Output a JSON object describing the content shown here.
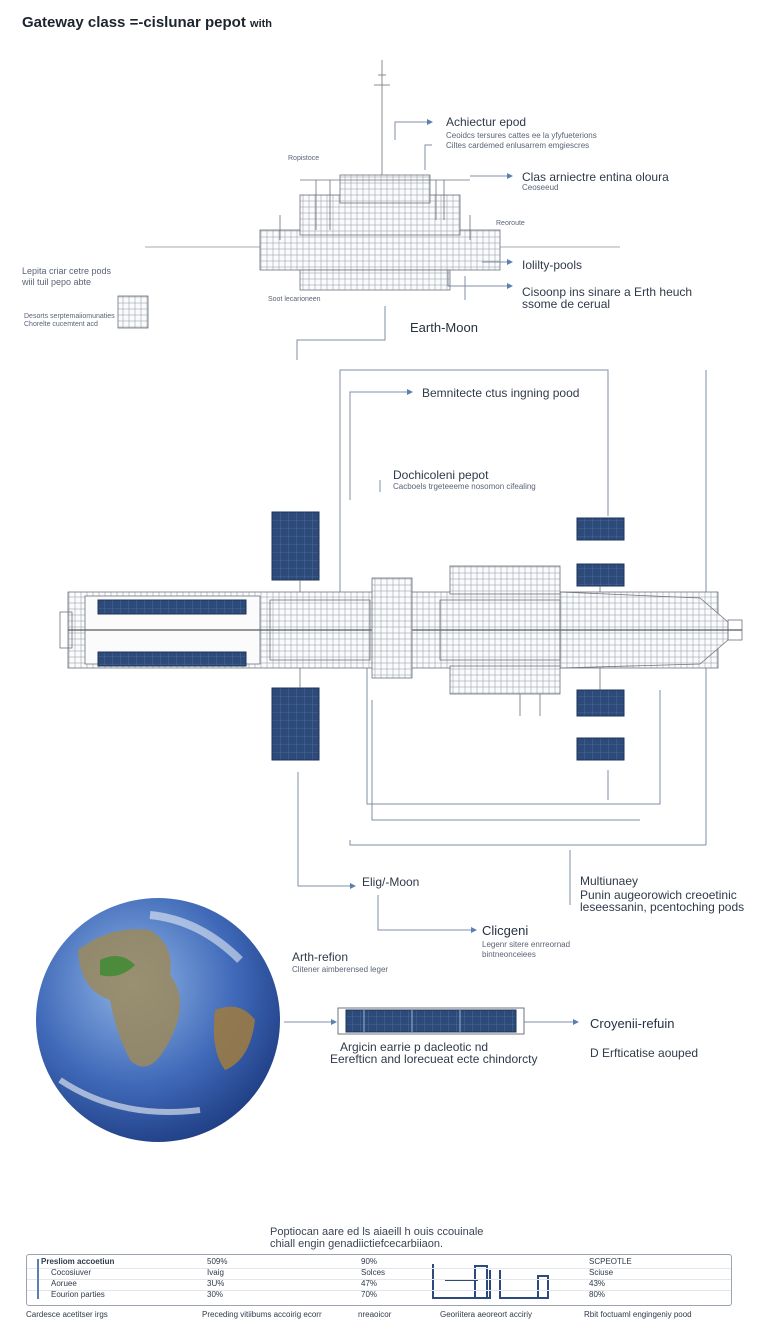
{
  "header": {
    "title": "Gateway class =-cislunar pepot",
    "title_suffix": "with"
  },
  "labels": {
    "architecture": "Achiectur epod",
    "architecture_sub_1": "Ceoidcs tersures cattes ee la yfyfueterions",
    "architecture_sub_2": "Ciltes cardemed enlusarrem emgiescres",
    "class_arch": "Clas arniectre entina oloura",
    "class_arch_sub": "Ceoseeud",
    "small_left_top": "Ropistoce",
    "small_right_top": "Reoroute",
    "left_info_1": "Lepita criar cetre pods",
    "left_info_2": "wiil tuil pepo abte",
    "left_small_1": "Desorts serptemaiiomunaties",
    "left_small_2": "Chorelte cucemtent acd",
    "level_label": "Soot lecarioneen",
    "utility": "Iolilty-pools",
    "cislunar": "Cisoonp ins sinare a Erth heuch",
    "cislunar_2": "ssome de cerual",
    "earth_moon": "Earth-Moon",
    "benefit": "Bemnitecte ctus ingning pood",
    "dock": "Dochicoleni pepot",
    "dock_sub": "Cacboels trgeteeeme nosomon cifealing",
    "elig_moon": "Elig/-Moon",
    "multi": "Multiunaey",
    "multi_sub_1": "Punin augeorowich creoetinic",
    "multi_sub_2": "leseessanin, pcentoching pods",
    "cliogeni": "Clicgeni",
    "cliogeni_sub_1": "Legenr sitere enrreornad",
    "cliogeni_sub_2": "bintneonceiees",
    "arth_refon": "Arth-refion",
    "arth_refon_sub": "Clitener aimberensed leger",
    "cryo": "Croyenii-refuin",
    "argin_1": "Argicin earrie p dacleotic nd",
    "argin_2": "Eerefticn and lorecueat ecte chindorcty",
    "d_note": "D  Erfticatise aouped"
  },
  "note": {
    "line1": "Poptiocan aare ed ls aiaeill h ouis ccouinale",
    "line2": "chiall engin genadiictiefcecarbiiaon."
  },
  "table": {
    "rows": [
      {
        "label": "Presliom accoetiun",
        "v1": "509%",
        "v2": "90%",
        "v3": "SCPEOTLE"
      },
      {
        "label": "Cocosiuver",
        "v1": "Ivaig",
        "v2": "Solces",
        "v3": "Sciuse"
      },
      {
        "label": "Aoruee",
        "v1": "3U%",
        "v2": "47%",
        "v3": "43%"
      },
      {
        "label": "Eourion parties",
        "v1": "30%",
        "v2": "70%",
        "v3": "80%"
      }
    ]
  },
  "footer": {
    "f1": "Cardesce acetitser irgs",
    "f2": "Preceding vitiibums accoirig ecorr",
    "f3": "nreaoicor",
    "f4": "Georiitera aeoreort acciriy",
    "f5": "Rbit foctuaml engingeniy pood"
  },
  "colors": {
    "line": "#7f8fa6",
    "arrow": "#5b7fb3",
    "panel": "#2d4b7a",
    "panel_grid": "#6f8ab3",
    "structure": "#6d737c"
  }
}
